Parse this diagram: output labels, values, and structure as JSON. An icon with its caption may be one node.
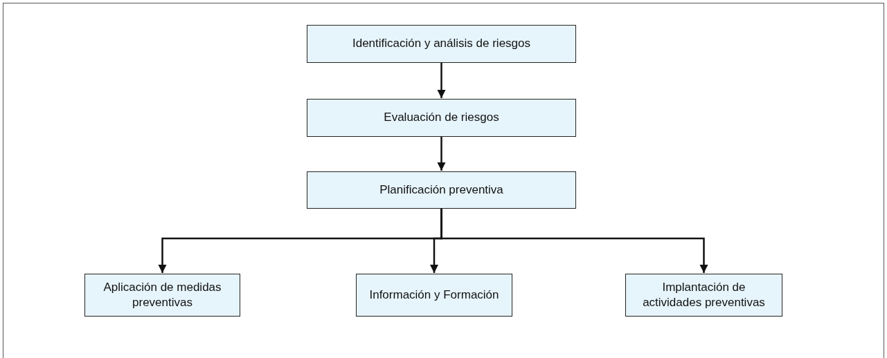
{
  "diagram": {
    "nodes": [
      {
        "text": [
          "Identificación y análisis de riesgos"
        ]
      },
      {
        "text": [
          "Evaluación de riesgos"
        ]
      },
      {
        "text": [
          "Planificación preventiva"
        ]
      },
      {
        "text": [
          "Aplicación de medidas preventivas"
        ]
      },
      {
        "text": [
          "Información y Formación"
        ]
      },
      {
        "text": [
          "Implantación de actividades preventivas"
        ]
      }
    ],
    "edges": [
      {
        "from": 0,
        "to": 1,
        "arrow": "to"
      },
      {
        "from": 1,
        "to": 2,
        "arrow": "to"
      },
      {
        "from": 2,
        "to": 3,
        "arrow": "to"
      },
      {
        "from": 2,
        "to": 4,
        "arrow": "to"
      },
      {
        "from": 2,
        "to": 5,
        "arrow": "to"
      }
    ]
  }
}
